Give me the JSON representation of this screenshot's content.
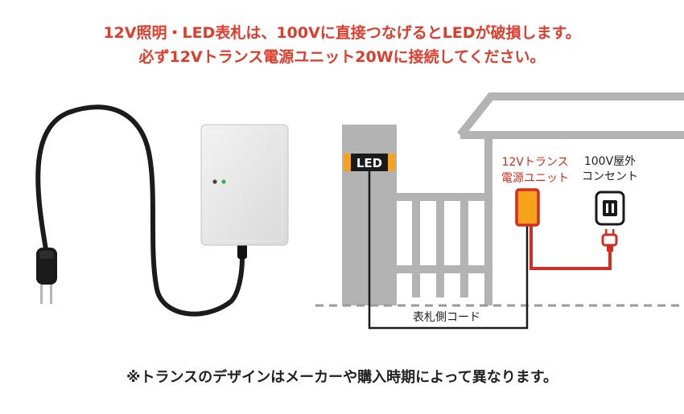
{
  "warning": {
    "line1": "12V照明・LED表札は、100Vに直接つなげるとLEDが破損します。",
    "line2": "必ず12Vトランス電源ユニット20Wに接続してください。"
  },
  "diagram": {
    "led_label": "LED",
    "transformer_label_line1": "12Vトランス",
    "transformer_label_line2": "電源ユニット",
    "outlet_label_line1": "100V屋外",
    "outlet_label_line2": "コンセント",
    "cord_label": "表札側コード"
  },
  "note": "※トランスのデザインはメーカーや購入時期によって異なります。",
  "colors": {
    "warning_red": "#e03c2c",
    "wire_red": "#d42d22",
    "transformer_orange": "#f7a21b",
    "structure_gray": "#b3b3b3"
  }
}
